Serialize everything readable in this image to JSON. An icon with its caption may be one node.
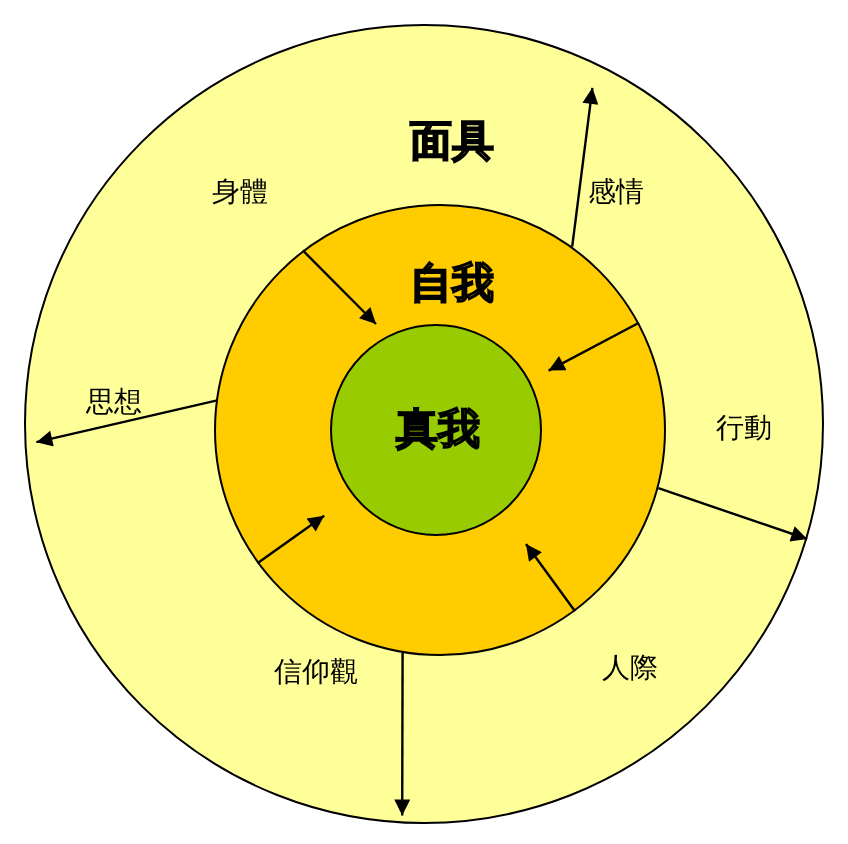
{
  "diagram": {
    "nodes": [
      {
        "text": [
          "面具"
        ]
      },
      {
        "text": [
          "自我"
        ],
        "in": 0
      },
      {
        "text": [
          "真我"
        ],
        "in": 1
      }
    ],
    "edges": [
      {
        "from": 1,
        "to": 2,
        "arrow": "to"
      },
      {
        "from": 1,
        "to": 0,
        "arrow": "to"
      },
      {
        "from": 1,
        "to": 2,
        "arrow": "to"
      },
      {
        "from": 1,
        "to": 0,
        "arrow": "to"
      },
      {
        "from": 1,
        "to": 0,
        "arrow": "to"
      },
      {
        "from": 1,
        "to": 2,
        "arrow": "to"
      },
      {
        "from": 1,
        "to": 2,
        "arrow": "to"
      },
      {
        "from": 1,
        "to": 0,
        "arrow": "to"
      }
    ],
    "labels": [
      "身體",
      "感情",
      "思想",
      "行動",
      "信仰觀",
      "人際"
    ]
  }
}
